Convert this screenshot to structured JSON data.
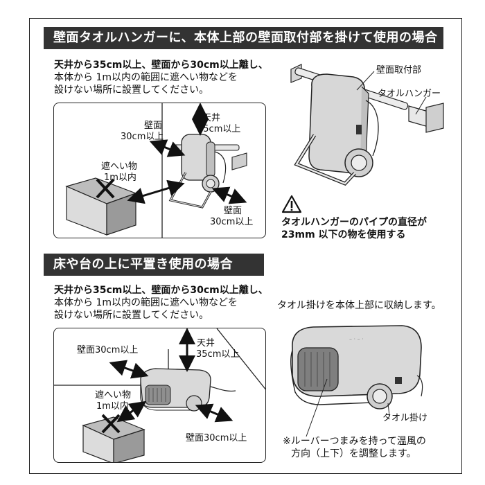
{
  "section1": {
    "title": "壁面タオルハンガーに、本体上部の壁面取付部を掛けて使用の場合",
    "instructions": [
      "天井から35cm以上、壁面から30cm以上離し、",
      "本体から 1m以内の範囲に遮へい物などを",
      "設けない場所に設置してください。"
    ],
    "diagram": {
      "ceiling": [
        "天井",
        "35cm以上"
      ],
      "wall_left": [
        "壁面",
        "30cm以上"
      ],
      "wall_bottom": [
        "壁面",
        "30cm以上"
      ],
      "obstacle": [
        "遮へい物",
        "1m以内"
      ]
    },
    "device_labels": {
      "mount": "壁面取付部",
      "hanger": "タオルハンガー"
    },
    "warning": {
      "icon": "warning-triangle-icon",
      "lines": [
        "タオルハンガーのパイプの直径が",
        "23mm 以下の物を使用する"
      ]
    }
  },
  "section2": {
    "title": "床や台の上に平置き使用の場合",
    "instructions": [
      "天井から35cm以上、壁面から30cm以上離し、",
      "本体から 1m以内の範囲に遮へい物などを",
      "設けない場所に設置してください。"
    ],
    "diagram": {
      "wall_left": "壁面30cm以上",
      "ceiling": [
        "天井",
        "35cm以上"
      ],
      "obstacle": [
        "遮へい物",
        "1m以内"
      ],
      "wall_bottom": "壁面30cm以上"
    },
    "storage_note": "タオル掛けを本体上部に収納します。",
    "towel_label": "タオル掛け",
    "louver_note": [
      "※ルーバーつまみを持って温風の",
      "方向（上下）を調整します。"
    ]
  }
}
